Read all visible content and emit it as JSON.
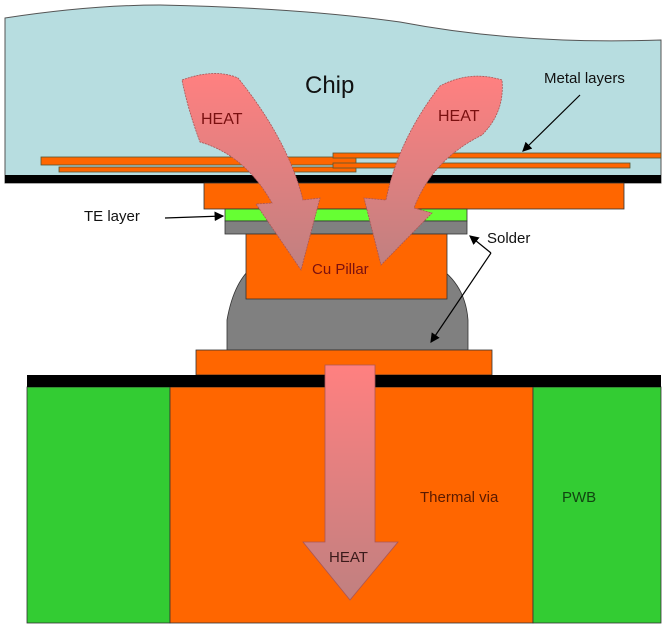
{
  "labels": {
    "chip": "Chip",
    "metal_layers": "Metal layers",
    "heat_left": "HEAT",
    "heat_right": "HEAT",
    "te_layer": "TE layer",
    "solder": "Solder",
    "cu_pillar": "Cu Pillar",
    "thermal_via": "Thermal via",
    "pwb": "PWB",
    "heat_down": "HEAT"
  },
  "colors": {
    "chip": "#b7dde0",
    "copper": "#ff6600",
    "te_layer": "#66ff33",
    "solder": "#808080",
    "pwb": "#33cc33",
    "heat_arrow_top": "#ff8080",
    "heat_arrow_bottom": "#c08080",
    "bond_line": "#000000"
  }
}
